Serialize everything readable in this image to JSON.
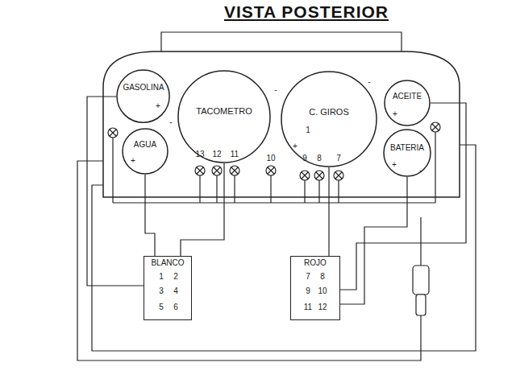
{
  "diagram": {
    "title": "VISTA POSTERIOR",
    "nodes": [
      {
        "text": [
          "GASOLINA"
        ]
      },
      {
        "text": [
          "AGUA"
        ]
      },
      {
        "text": [
          "TACOMETRO"
        ]
      },
      {
        "text": [
          "C. GIROS"
        ]
      },
      {
        "text": [
          "ACEITE"
        ]
      },
      {
        "text": [
          "BATERIA"
        ]
      },
      {
        "text": [
          "BLANCO"
        ]
      },
      {
        "text": [
          "ROJO"
        ]
      }
    ],
    "edges": [
      {
        "from": 0,
        "to": 6,
        "arrow": "none"
      },
      {
        "from": 1,
        "to": 6,
        "arrow": "none"
      },
      {
        "from": 2,
        "to": 6,
        "arrow": "none"
      },
      {
        "from": 3,
        "to": 7,
        "arrow": "none"
      },
      {
        "from": 4,
        "to": 7,
        "arrow": "none"
      },
      {
        "from": 5,
        "to": 7,
        "arrow": "none"
      }
    ],
    "labels": [
      "+",
      "-",
      "+",
      "-",
      "1",
      "+",
      "-",
      "+",
      "+",
      "-",
      "13",
      "12",
      "11",
      "10",
      "9",
      "8",
      "7",
      "1",
      "2",
      "3",
      "4",
      "5",
      "6",
      "7",
      "8",
      "9",
      "10",
      "11",
      "12"
    ]
  }
}
